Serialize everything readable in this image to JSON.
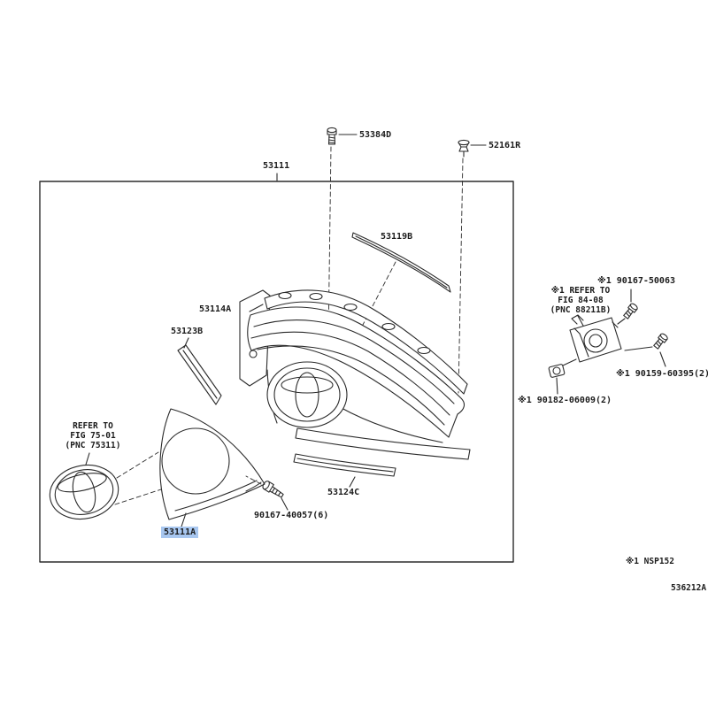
{
  "page": {
    "background": "#ffffff",
    "line_color": "#2b2b2b",
    "text_color": "#1b1b1b",
    "highlight_color": "#a8c7f0"
  },
  "header": {
    "assembly_number": "53111"
  },
  "parts": {
    "bolt_top": "53384D",
    "clip_top": "52161R",
    "molding_upper": "53119B",
    "bracket_upper": "53114A",
    "strip_left": "53123B",
    "bezel": "53111A",
    "screw_lower": "90167-40057(6)",
    "molding_lower": "53124C",
    "bolt_sensor_upper": "※1 90167-50063",
    "bolt_sensor_right": "※1 90159-60395(2)",
    "grommet_sensor": "※1 90182-06009(2)"
  },
  "notes": {
    "refer_emblem": [
      "REFER TO",
      "FIG 75-01",
      "(PNC 75311)"
    ],
    "refer_sensor": [
      "※1 REFER TO",
      "FIG 84-08",
      "(PNC 88211B)"
    ],
    "model_note": "※1 NSP152",
    "figure_code": "536212A"
  }
}
